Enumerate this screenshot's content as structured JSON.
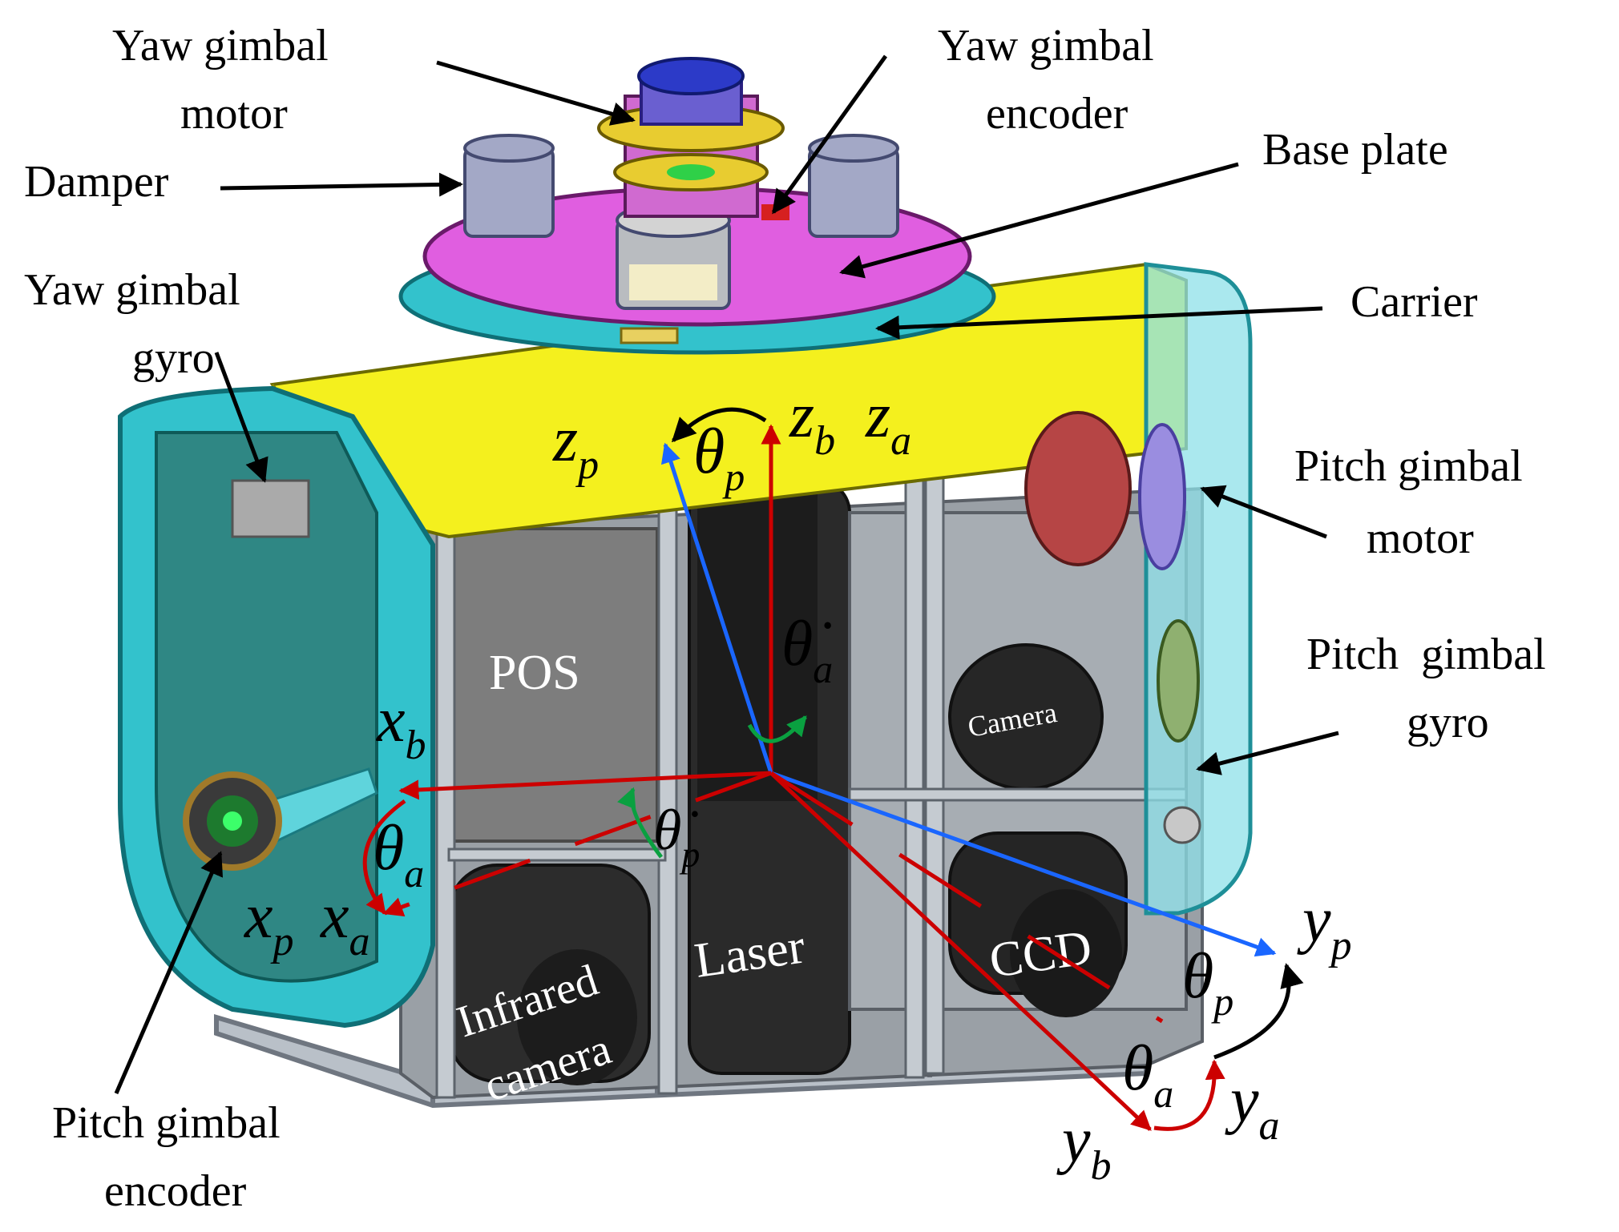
{
  "labels": {
    "yaw_gimbal_motor": [
      "Yaw gimbal",
      "motor"
    ],
    "yaw_gimbal_encoder": [
      "Yaw gimbal",
      "encoder"
    ],
    "damper": "Damper",
    "base_plate": "Base plate",
    "carrier": "Carrier",
    "yaw_gimbal_gyro": [
      "Yaw gimbal",
      "gyro"
    ],
    "pitch_gimbal_motor": [
      "Pitch gimbal",
      "motor"
    ],
    "pitch_gimbal_gyro": [
      "Pitch  gimbal",
      "gyro"
    ],
    "pitch_gimbal_encoder": [
      "Pitch gimbal",
      "encoder"
    ]
  },
  "components": {
    "pos": "POS",
    "laser": "Laser",
    "ccd": "CCD",
    "camera": "Camera",
    "infrared_camera": [
      "Infrared",
      "camera"
    ]
  },
  "axes": {
    "z_p": {
      "main": "z",
      "sub": "p"
    },
    "z_b": {
      "main": "z",
      "sub": "b"
    },
    "z_a": {
      "main": "z",
      "sub": "a"
    },
    "x_b": {
      "main": "x",
      "sub": "b"
    },
    "x_p": {
      "main": "x",
      "sub": "p"
    },
    "x_a": {
      "main": "x",
      "sub": "a"
    },
    "y_p": {
      "main": "y",
      "sub": "p"
    },
    "y_a": {
      "main": "y",
      "sub": "a"
    },
    "y_b": {
      "main": "y",
      "sub": "b"
    }
  },
  "angles": {
    "theta_p_top": {
      "main": "θ",
      "sub": "p"
    },
    "theta_a_dot": {
      "main": "θ̇",
      "sub": "a"
    },
    "theta_a_left": {
      "main": "θ",
      "sub": "a"
    },
    "theta_p_dot": {
      "main": "θ̇",
      "sub": "p"
    },
    "theta_p_right": {
      "main": "θ",
      "sub": "p"
    },
    "theta_a_bottom": {
      "main": "θ",
      "sub": "a"
    }
  },
  "colors": {
    "frame_cyan": "#33c2cc",
    "top_yellow": "#f4f01e",
    "base_magenta": "#e05ee0",
    "body_gray": "#8a8a8a",
    "axis_red": "#cc0000",
    "axis_blue": "#1a66ff",
    "rate_green": "#0aa040"
  }
}
